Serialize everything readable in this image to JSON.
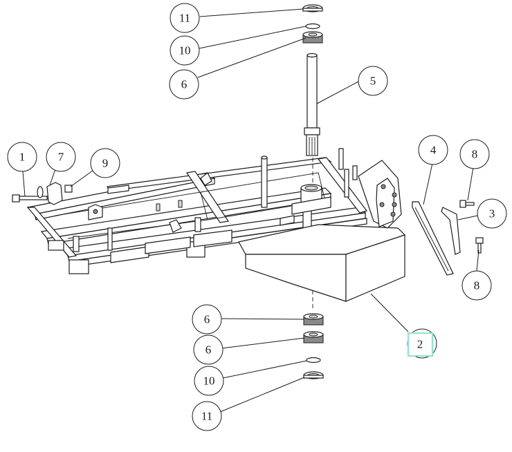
{
  "colors": {
    "line": "#1a1a1a",
    "highlight": "#8fe3cf",
    "background": "#ffffff"
  },
  "callouts": [
    {
      "id": "c11-top",
      "label": "11"
    },
    {
      "id": "c10-top",
      "label": "10"
    },
    {
      "id": "c6-top",
      "label": "6"
    },
    {
      "id": "c5",
      "label": "5"
    },
    {
      "id": "c1",
      "label": "1"
    },
    {
      "id": "c7",
      "label": "7"
    },
    {
      "id": "c9",
      "label": "9"
    },
    {
      "id": "c4",
      "label": "4"
    },
    {
      "id": "c8-top",
      "label": "8"
    },
    {
      "id": "c3",
      "label": "3"
    },
    {
      "id": "c8-bottom",
      "label": "8"
    },
    {
      "id": "c2",
      "label": "2",
      "highlighted": true
    },
    {
      "id": "c6-bot-a",
      "label": "6"
    },
    {
      "id": "c6-bot-b",
      "label": "6"
    },
    {
      "id": "c10-bottom",
      "label": "10"
    },
    {
      "id": "c11-bottom",
      "label": "11"
    }
  ]
}
